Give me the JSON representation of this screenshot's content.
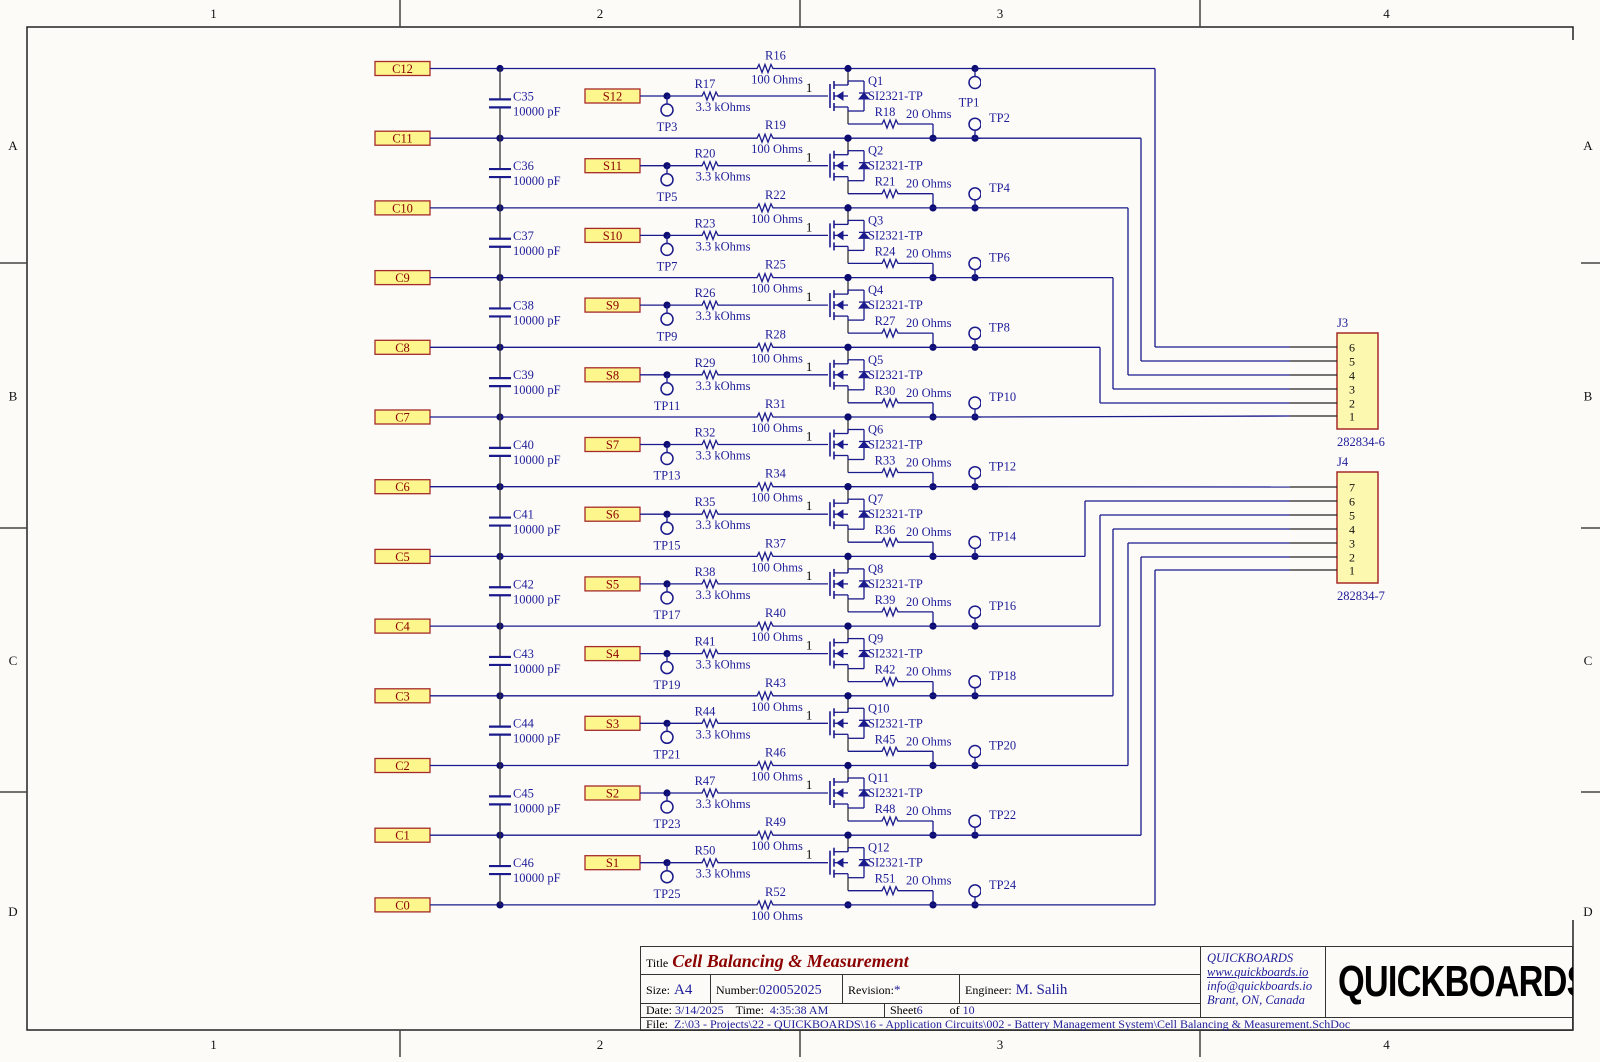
{
  "frame": {
    "columns": [
      "1",
      "2",
      "3",
      "4"
    ],
    "rows": [
      "A",
      "B",
      "C",
      "D"
    ]
  },
  "colors": {
    "wire": "#1a1a8c",
    "port_fill": "#fdf68c",
    "port_border": "#a52a2a",
    "port_text": "#8b0000",
    "designator": "#1e1e9a",
    "connector_fill": "#fdf8b0"
  },
  "cell_ports": [
    "C12",
    "C11",
    "C10",
    "C9",
    "C8",
    "C7",
    "C6",
    "C5",
    "C4",
    "C3",
    "C2",
    "C1",
    "C0"
  ],
  "capacitors": [
    {
      "ref": "C35",
      "value": "10000 pF"
    },
    {
      "ref": "C36",
      "value": "10000 pF"
    },
    {
      "ref": "C37",
      "value": "10000 pF"
    },
    {
      "ref": "C38",
      "value": "10000 pF"
    },
    {
      "ref": "C39",
      "value": "10000 pF"
    },
    {
      "ref": "C40",
      "value": "10000 pF"
    },
    {
      "ref": "C41",
      "value": "10000 pF"
    },
    {
      "ref": "C42",
      "value": "10000 pF"
    },
    {
      "ref": "C43",
      "value": "10000 pF"
    },
    {
      "ref": "C44",
      "value": "10000 pF"
    },
    {
      "ref": "C45",
      "value": "10000 pF"
    },
    {
      "ref": "C46",
      "value": "10000 pF"
    }
  ],
  "balance_stages": [
    {
      "switch_port": "S12",
      "gate_res": "R17",
      "gate_val": "3.3 kOhms",
      "fet": "Q1",
      "fet_part": "SI2321-TP",
      "bleed_res": "R18",
      "bleed_val": "20 Ohms",
      "gate_pin": "1",
      "tp_gate": "TP3",
      "tp_drain": "TP2"
    },
    {
      "switch_port": "S11",
      "gate_res": "R20",
      "gate_val": "3.3 kOhms",
      "fet": "Q2",
      "fet_part": "SI2321-TP",
      "bleed_res": "R21",
      "bleed_val": "20 Ohms",
      "gate_pin": "1",
      "tp_gate": "TP5",
      "tp_drain": "TP4"
    },
    {
      "switch_port": "S10",
      "gate_res": "R23",
      "gate_val": "3.3 kOhms",
      "fet": "Q3",
      "fet_part": "SI2321-TP",
      "bleed_res": "R24",
      "bleed_val": "20 Ohms",
      "gate_pin": "1",
      "tp_gate": "TP7",
      "tp_drain": "TP6"
    },
    {
      "switch_port": "S9",
      "gate_res": "R26",
      "gate_val": "3.3 kOhms",
      "fet": "Q4",
      "fet_part": "SI2321-TP",
      "bleed_res": "R27",
      "bleed_val": "20 Ohms",
      "gate_pin": "1",
      "tp_gate": "TP9",
      "tp_drain": "TP8"
    },
    {
      "switch_port": "S8",
      "gate_res": "R29",
      "gate_val": "3.3 kOhms",
      "fet": "Q5",
      "fet_part": "SI2321-TP",
      "bleed_res": "R30",
      "bleed_val": "20 Ohms",
      "gate_pin": "1",
      "tp_gate": "TP11",
      "tp_drain": "TP10"
    },
    {
      "switch_port": "S7",
      "gate_res": "R32",
      "gate_val": "3.3 kOhms",
      "fet": "Q6",
      "fet_part": "SI2321-TP",
      "bleed_res": "R33",
      "bleed_val": "20 Ohms",
      "gate_pin": "1",
      "tp_gate": "TP13",
      "tp_drain": "TP12"
    },
    {
      "switch_port": "S6",
      "gate_res": "R35",
      "gate_val": "3.3 kOhms",
      "fet": "Q7",
      "fet_part": "SI2321-TP",
      "bleed_res": "R36",
      "bleed_val": "20 Ohms",
      "gate_pin": "1",
      "tp_gate": "TP15",
      "tp_drain": "TP14"
    },
    {
      "switch_port": "S5",
      "gate_res": "R38",
      "gate_val": "3.3 kOhms",
      "fet": "Q8",
      "fet_part": "SI2321-TP",
      "bleed_res": "R39",
      "bleed_val": "20 Ohms",
      "gate_pin": "1",
      "tp_gate": "TP17",
      "tp_drain": "TP16"
    },
    {
      "switch_port": "S4",
      "gate_res": "R41",
      "gate_val": "3.3 kOhms",
      "fet": "Q9",
      "fet_part": "SI2321-TP",
      "bleed_res": "R42",
      "bleed_val": "20 Ohms",
      "gate_pin": "1",
      "tp_gate": "TP19",
      "tp_drain": "TP18"
    },
    {
      "switch_port": "S3",
      "gate_res": "R44",
      "gate_val": "3.3 kOhms",
      "fet": "Q10",
      "fet_part": "SI2321-TP",
      "bleed_res": "R45",
      "bleed_val": "20 Ohms",
      "gate_pin": "1",
      "tp_gate": "TP21",
      "tp_drain": "TP20"
    },
    {
      "switch_port": "S2",
      "gate_res": "R47",
      "gate_val": "3.3 kOhms",
      "fet": "Q11",
      "fet_part": "SI2321-TP",
      "bleed_res": "R48",
      "bleed_val": "20 Ohms",
      "gate_pin": "1",
      "tp_gate": "TP23",
      "tp_drain": "TP22"
    },
    {
      "switch_port": "S1",
      "gate_res": "R50",
      "gate_val": "3.3 kOhms",
      "fet": "Q12",
      "fet_part": "SI2321-TP",
      "bleed_res": "R51",
      "bleed_val": "20 Ohms",
      "gate_pin": "1",
      "tp_gate": "TP25",
      "tp_drain": "TP24"
    }
  ],
  "rail_resistors": [
    {
      "ref": "R16",
      "value": "100 Ohms"
    },
    {
      "ref": "R19",
      "value": "100 Ohms"
    },
    {
      "ref": "R22",
      "value": "100 Ohms"
    },
    {
      "ref": "R25",
      "value": "100 Ohms"
    },
    {
      "ref": "R28",
      "value": "100 Ohms"
    },
    {
      "ref": "R31",
      "value": "100 Ohms"
    },
    {
      "ref": "R34",
      "value": "100 Ohms"
    },
    {
      "ref": "R37",
      "value": "100 Ohms"
    },
    {
      "ref": "R40",
      "value": "100 Ohms"
    },
    {
      "ref": "R43",
      "value": "100 Ohms"
    },
    {
      "ref": "R46",
      "value": "100 Ohms"
    },
    {
      "ref": "R49",
      "value": "100 Ohms"
    },
    {
      "ref": "R52",
      "value": "100 Ohms"
    }
  ],
  "top_testpoint": "TP1",
  "connectors": [
    {
      "ref": "J3",
      "part": "282834-6",
      "pins": [
        "6",
        "5",
        "4",
        "3",
        "2",
        "1"
      ]
    },
    {
      "ref": "J4",
      "part": "282834-7",
      "pins": [
        "7",
        "6",
        "5",
        "4",
        "3",
        "2",
        "1"
      ]
    }
  ],
  "title_block": {
    "title_label": "Title",
    "title": "Cell Balancing & Measurement",
    "size_label": "Size:",
    "size": "A4",
    "number_label": "Number:",
    "number": "020052025",
    "revision_label": "Revision:",
    "revision": "*",
    "engineer_label": "Engineer:",
    "engineer": "M. Salih",
    "date_label": "Date:",
    "date": "3/14/2025",
    "time_label": "Time:",
    "time": "4:35:38 AM",
    "sheet_label": "Sheet",
    "sheet": "6",
    "of_label": "of",
    "sheet_total": "10",
    "file_label": "File:",
    "file": "Z:\\03 - Projects\\22 - QUICKBOARDS\\16 - Application Circuits\\002 - Battery Management System\\Cell Balancing & Measurement.SchDoc",
    "company_name": "QUICKBOARDS",
    "company_web": "www.quickboards.io",
    "company_email": "info@quickboards.io",
    "company_location": "Brant, ON, Canada",
    "logo_text": "QUICKBOARDS"
  }
}
